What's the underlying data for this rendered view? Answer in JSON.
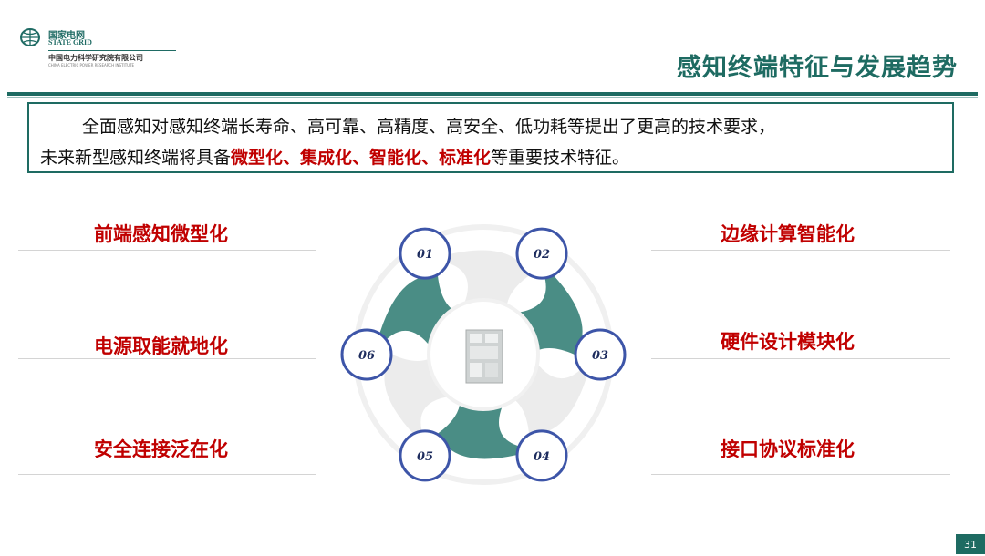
{
  "header": {
    "logo_cn": "国家电网",
    "logo_en": "STATE GRID",
    "logo_sub": "中国电力科学研究院有限公司",
    "logo_tiny": "CHINA ELECTRIC POWER RESEARCH INSTITUTE",
    "title": "感知终端特征与发展趋势"
  },
  "intro": {
    "line1": "全面感知对感知终端长寿命、高可靠、高精度、高安全、低功耗等提出了更高的技术要求，",
    "line2_pre": "未来新型感知终端将具备",
    "highlight": "微型化、集成化、智能化、标准化",
    "line2_post": "等重要技术特征。"
  },
  "features": {
    "left": [
      "前端感知微型化",
      "电源取能就地化",
      "安全连接泛在化"
    ],
    "right": [
      "边缘计算智能化",
      "硬件设计模块化",
      "接口协议标准化"
    ]
  },
  "diagram": {
    "nodes": [
      "01",
      "02",
      "03",
      "04",
      "05",
      "06"
    ],
    "colors": {
      "petal_dark": "#4a8d85",
      "petal_light": "#ececec",
      "node_ring": "#3d55a8",
      "center_ring": "#f1f1f1"
    }
  },
  "footer": {
    "page": "31"
  }
}
